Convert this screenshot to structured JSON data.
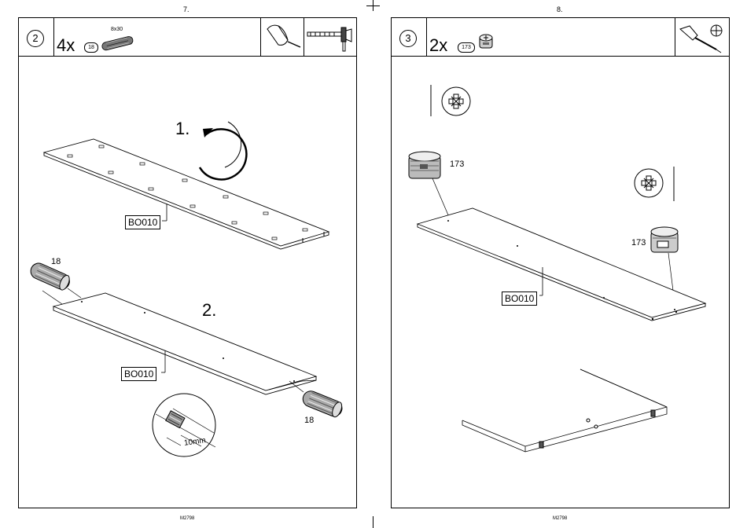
{
  "pages": [
    {
      "page_number": "7.",
      "footer": "M2798",
      "step": "2",
      "quantity": "4x",
      "part": "18",
      "part_size": "8x30",
      "sub_steps": [
        "1.",
        "2."
      ],
      "board_label": "BO010",
      "callouts": [
        "18",
        "18"
      ],
      "measure": "10mm",
      "tool_icons": [
        "glue-bottle-icon",
        "hammer-icon"
      ]
    },
    {
      "page_number": "8.",
      "footer": "M2798",
      "step": "3",
      "quantity": "2x",
      "part": "173",
      "board_label": "BO010",
      "callouts": [
        "173",
        "173"
      ],
      "tool_icons": [
        "screwdriver-icon",
        "phillips-head-icon"
      ]
    }
  ]
}
